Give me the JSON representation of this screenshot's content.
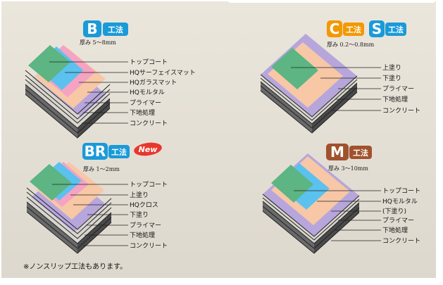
{
  "colors": {
    "bg": "#e8e3d8",
    "badge_blue": "#1a9ad9",
    "badge_orange": "#f39800",
    "badge_brown": "#a0522d",
    "new_red": "#e8382d",
    "green": "#5cb583",
    "blue": "#5bc1ee",
    "pink": "#f4a3c3",
    "peach": "#f7c7a6",
    "lavender": "#b6a6db",
    "concrete": "#4a4a4a"
  },
  "panels": {
    "b": {
      "badge_letter": "B",
      "badge_suffix": "工法",
      "thickness": "厚み 5～8mm",
      "labels": [
        "トップコート",
        "HQサーフェイスマット",
        "HQガラスマット",
        "HQモルタル",
        "プライマー",
        "下地処理",
        "コンクリート"
      ]
    },
    "cs": {
      "badge_c_letter": "C",
      "badge_c_suffix": "工法",
      "badge_s_letter": "S",
      "badge_s_suffix": "工法",
      "thickness": "厚み 0.2～0.8mm",
      "labels": [
        "上塗り",
        "下塗り",
        "プライマー",
        "下地処理",
        "コンクリート"
      ]
    },
    "br": {
      "badge_letter": "BR",
      "badge_suffix": "工法",
      "new_tag": "New",
      "thickness": "厚み 1～2mm",
      "labels": [
        "トップコート",
        "上塗り",
        "HQクロス",
        "下塗り",
        "プライマー",
        "下地処理",
        "コンクリート"
      ]
    },
    "m": {
      "badge_letter": "M",
      "badge_suffix": "工法",
      "thickness": "厚み 3～10mm",
      "labels": [
        "トップコート",
        "HQモルタル",
        "(下塗り)",
        "プライマー",
        "下地処理",
        "コンクリート"
      ]
    }
  },
  "footnote": "※ノンスリップ工法もあります。"
}
